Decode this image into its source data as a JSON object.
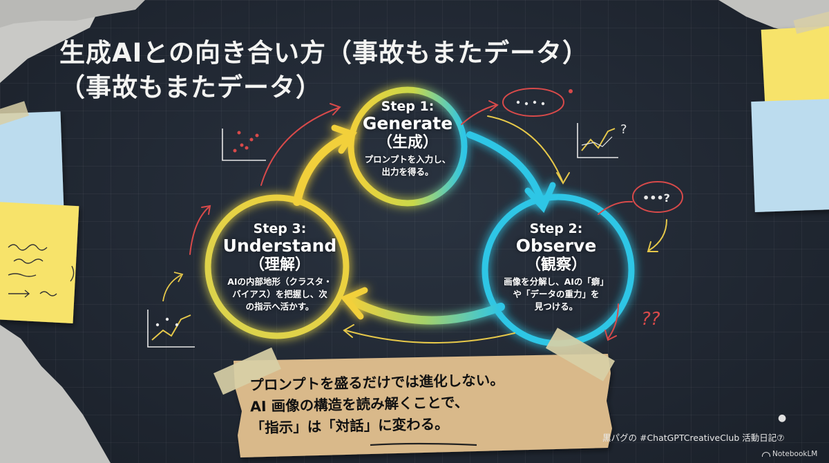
{
  "title": {
    "line1": "生成AIとの向き合い方（事故もまたデータ）",
    "line2": "（事故もまたデータ）"
  },
  "steps": [
    {
      "number": "Step 1:",
      "name": "Generate",
      "name_jp": "（生成）",
      "desc": [
        "プロンプトを入力し、",
        "出力を得る。"
      ]
    },
    {
      "number": "Step 2:",
      "name": "Observe",
      "name_jp": "（観察）",
      "desc": [
        "画像を分解し、AIの「癖」",
        "や「データの重力」を",
        "見つける。"
      ]
    },
    {
      "number": "Step 3:",
      "name": "Understand",
      "name_jp": "（理解）",
      "desc": [
        "AIの内部地形（クラスタ・",
        "バイアス）を把握し、次",
        "の指示へ活かす。"
      ]
    }
  ],
  "note": {
    "line1": "プロンプトを盛るだけでは進化しない。",
    "line2": "AI 画像の構造を読み解くことで、",
    "line3": "「指示」は「対話」に変わる。"
  },
  "doodles": {
    "dots_label": "•••?",
    "question_marks": "??"
  },
  "footer": {
    "credit": "黒パグの #ChatGPTCreativeClub 活動日記⑦",
    "brand": "NotebookLM"
  },
  "colors": {
    "background": "#212833",
    "ring_yellow": "#f2d03a",
    "ring_cyan": "#2ec6e6",
    "sticky_yellow": "#f7e36b",
    "sticky_blue": "#bcdcee",
    "paper": "#d9b98a",
    "tape": "#d8cfa6",
    "doodle_red": "#d84a4a",
    "doodle_white": "#e8e8e8"
  }
}
